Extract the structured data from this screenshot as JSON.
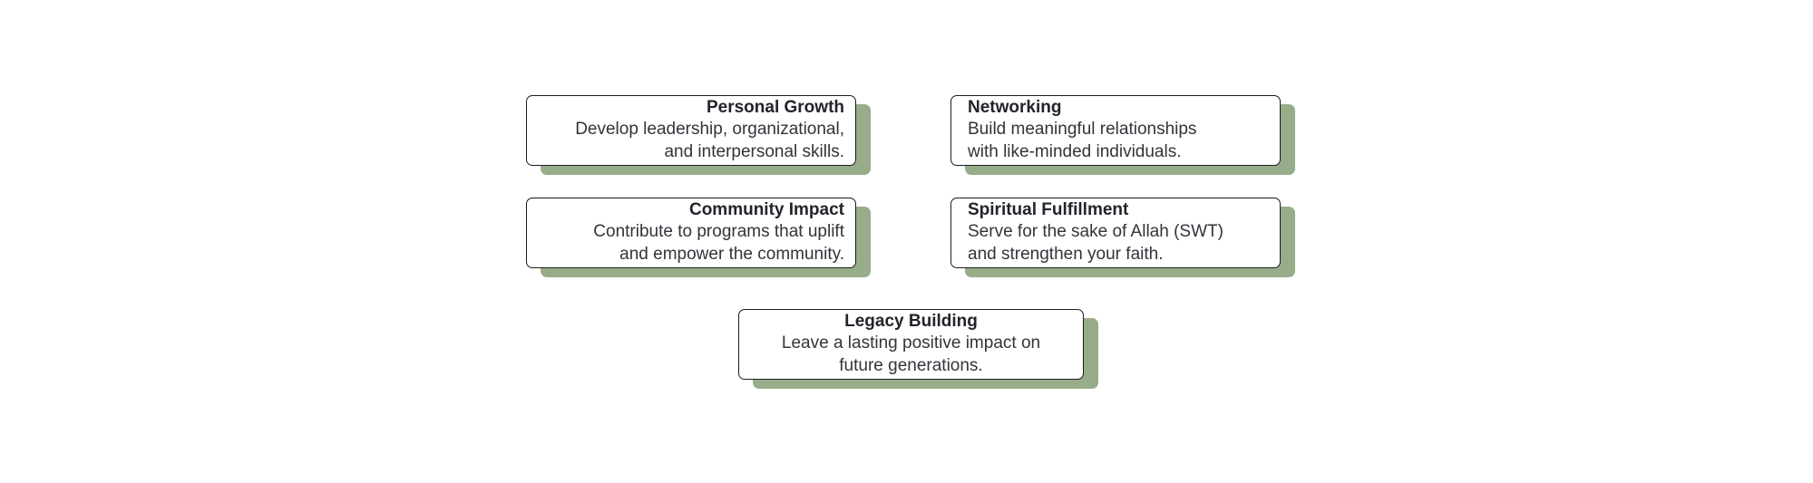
{
  "cards": [
    {
      "title": "Personal Growth",
      "line1": "Develop leadership, organizational,",
      "line2": "and interpersonal skills."
    },
    {
      "title": "Networking",
      "line1": "Build meaningful relationships",
      "line2": "with like-minded individuals."
    },
    {
      "title": "Community Impact",
      "line1": "Contribute to programs that uplift",
      "line2": "and empower the community."
    },
    {
      "title": "Spiritual Fulfillment",
      "line1": "Serve for the sake of Allah (SWT)",
      "line2": "and strengthen your faith."
    },
    {
      "title": "Legacy Building",
      "line1": "Leave a lasting positive impact on",
      "line2": "future generations."
    }
  ],
  "colors": {
    "card_border": "#1b1b1f",
    "card_shadow": "#97ad8a",
    "text": "#2b2b33",
    "background": "#ffffff"
  }
}
